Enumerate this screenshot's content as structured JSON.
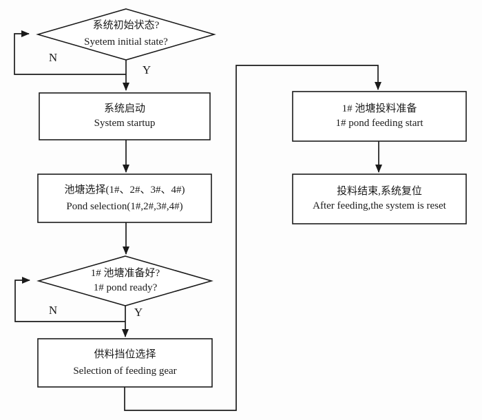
{
  "diagram": {
    "description": "Pond feeding system control flowchart",
    "colors": {
      "background": "#fdfdfd",
      "line": "#1a1a1a",
      "text": "#1a1a1a"
    },
    "labels": {
      "yes": "Y",
      "no": "N"
    },
    "nodes": {
      "initial_state": {
        "type": "decision",
        "zh": "系统初始状态?",
        "en": "Syetem initial state?"
      },
      "system_startup": {
        "type": "process",
        "zh": "系统启动",
        "en": "System startup"
      },
      "pond_selection": {
        "type": "process",
        "zh": "池塘选择(1#、2#、3#、4#)",
        "en": "Pond selection(1#,2#,3#,4#)"
      },
      "pond_ready": {
        "type": "decision",
        "zh": "1# 池塘准备好?",
        "en": "1# pond ready?"
      },
      "feeding_gear": {
        "type": "process",
        "zh": "供料挡位选择",
        "en": "Selection of feeding gear"
      },
      "feeding_start": {
        "type": "process",
        "zh": "1# 池塘投料准备",
        "en": "1# pond feeding start"
      },
      "system_reset": {
        "type": "process",
        "zh": "投料结束,系统复位",
        "en": "After feeding,the system is reset"
      }
    }
  }
}
